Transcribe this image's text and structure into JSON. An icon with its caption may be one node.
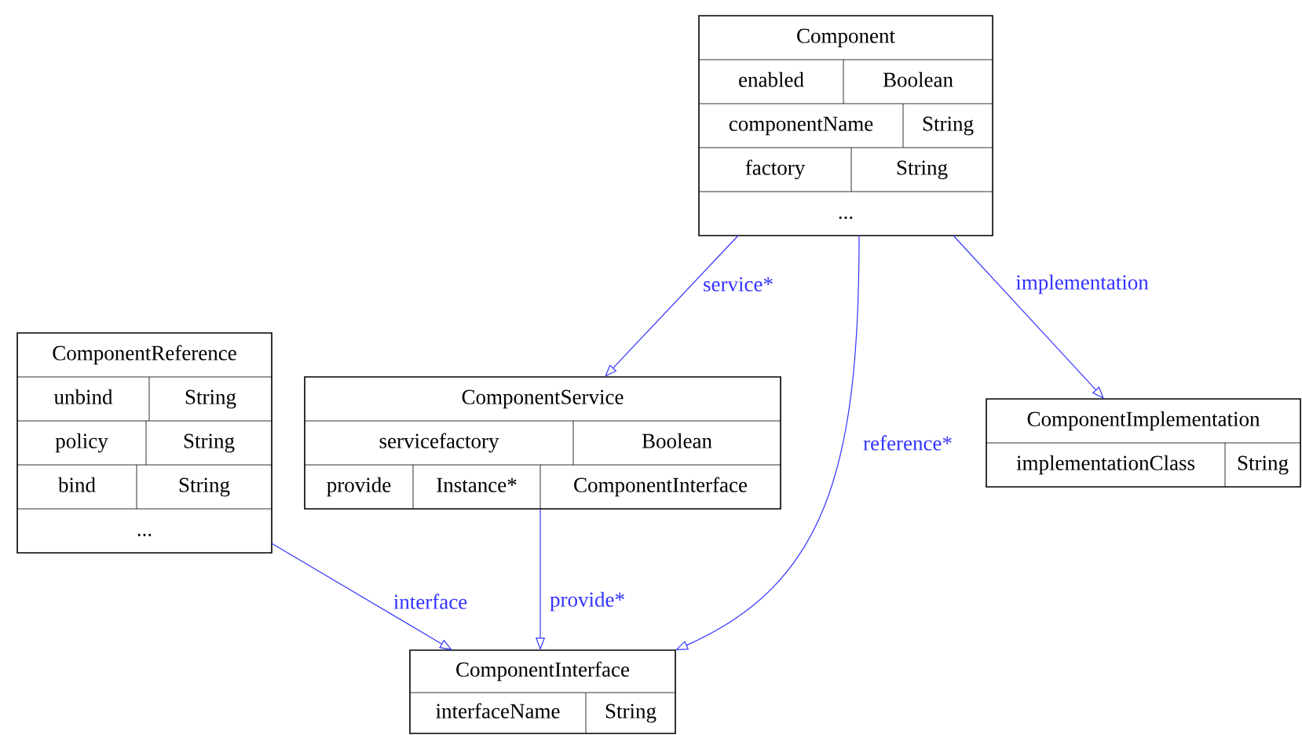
{
  "diagram": {
    "nodes": [
      {
        "text": [
          "Component",
          "enabled",
          "Boolean",
          "componentName",
          "String",
          "factory",
          "String",
          "..."
        ]
      },
      {
        "text": [
          "ComponentReference",
          "unbind",
          "String",
          "policy",
          "String",
          "bind",
          "String",
          "..."
        ]
      },
      {
        "text": [
          "ComponentService",
          "servicefactory",
          "Boolean",
          "provide",
          "Instance*",
          "ComponentInterface"
        ]
      },
      {
        "text": [
          "ComponentImplementation",
          "implementationClass",
          "String"
        ]
      },
      {
        "text": [
          "ComponentInterface",
          "interfaceName",
          "String"
        ]
      }
    ],
    "edges": [
      {
        "from": 0,
        "to": 2,
        "arrow": "to",
        "label": "service*"
      },
      {
        "from": 0,
        "to": 4,
        "arrow": "to",
        "label": "reference*"
      },
      {
        "from": 0,
        "to": 3,
        "arrow": "to",
        "label": "implementation"
      },
      {
        "from": 1,
        "to": 4,
        "arrow": "to",
        "label": "interface"
      },
      {
        "from": 2,
        "to": 4,
        "arrow": "to",
        "label": "provide*"
      }
    ]
  }
}
